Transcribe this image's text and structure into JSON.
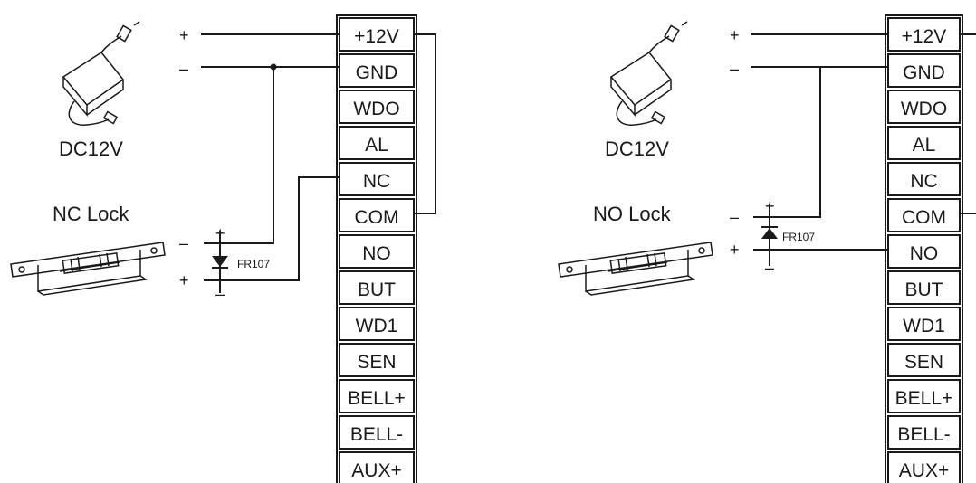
{
  "left": {
    "power_label": "DC12V",
    "lock_label": "NC Lock",
    "diode_label": "FR107",
    "supply_plus": "+",
    "supply_minus": "–",
    "lock_minus": "–",
    "lock_plus": "+",
    "diode_plus": "+",
    "diode_minus": "–"
  },
  "right": {
    "power_label": "DC12V",
    "lock_label": "NO Lock",
    "diode_label": "FR107",
    "supply_plus": "+",
    "supply_minus": "–",
    "lock_minus": "–",
    "lock_plus": "+",
    "diode_plus": "+",
    "diode_minus": "–"
  },
  "terminals": [
    "+12V",
    "GND",
    "WDO",
    "AL",
    "NC",
    "COM",
    "NO",
    "BUT",
    "WD1",
    "SEN",
    "BELL+",
    "BELL-",
    "AUX+"
  ]
}
